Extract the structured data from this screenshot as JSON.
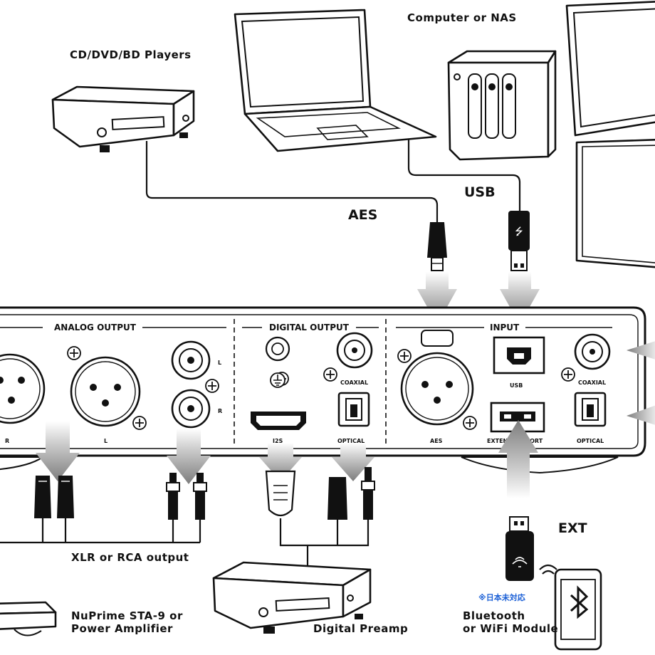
{
  "sources": {
    "cd_player": "CD/DVD/BD Players",
    "computer_nas": "Computer or NAS"
  },
  "cables": {
    "aes": "AES",
    "usb": "USB",
    "ext": "EXT"
  },
  "panel": {
    "analog_output": "ANALOG OUTPUT",
    "digital_output": "DIGITAL OUTPUT",
    "input": "INPUT",
    "xlr_right": "R",
    "xlr_left": "L",
    "rca_l": "L",
    "rca_r": "R",
    "coaxial_out": "COAXIAL",
    "i2s": "I2S",
    "optical_out": "OPTICAL",
    "aes_in": "AES",
    "usb_in": "USB",
    "extension_port": "EXTENSION PORT",
    "coaxial_in": "COAXIAL",
    "optical_in": "OPTICAL"
  },
  "outputs": {
    "xlr_rca": "XLR or RCA output",
    "amp_line1": "NuPrime STA-9 or",
    "amp_line2": "Power Amplifier",
    "preamp": "Digital Preamp",
    "module_line1": "Bluetooth",
    "module_line2": "or WiFi Module",
    "japan_note": "※日本未対応"
  },
  "colors": {
    "note_blue": "#1a5fd6",
    "panel_line": "#111111",
    "arrow_gray": "#8a8a8a"
  }
}
